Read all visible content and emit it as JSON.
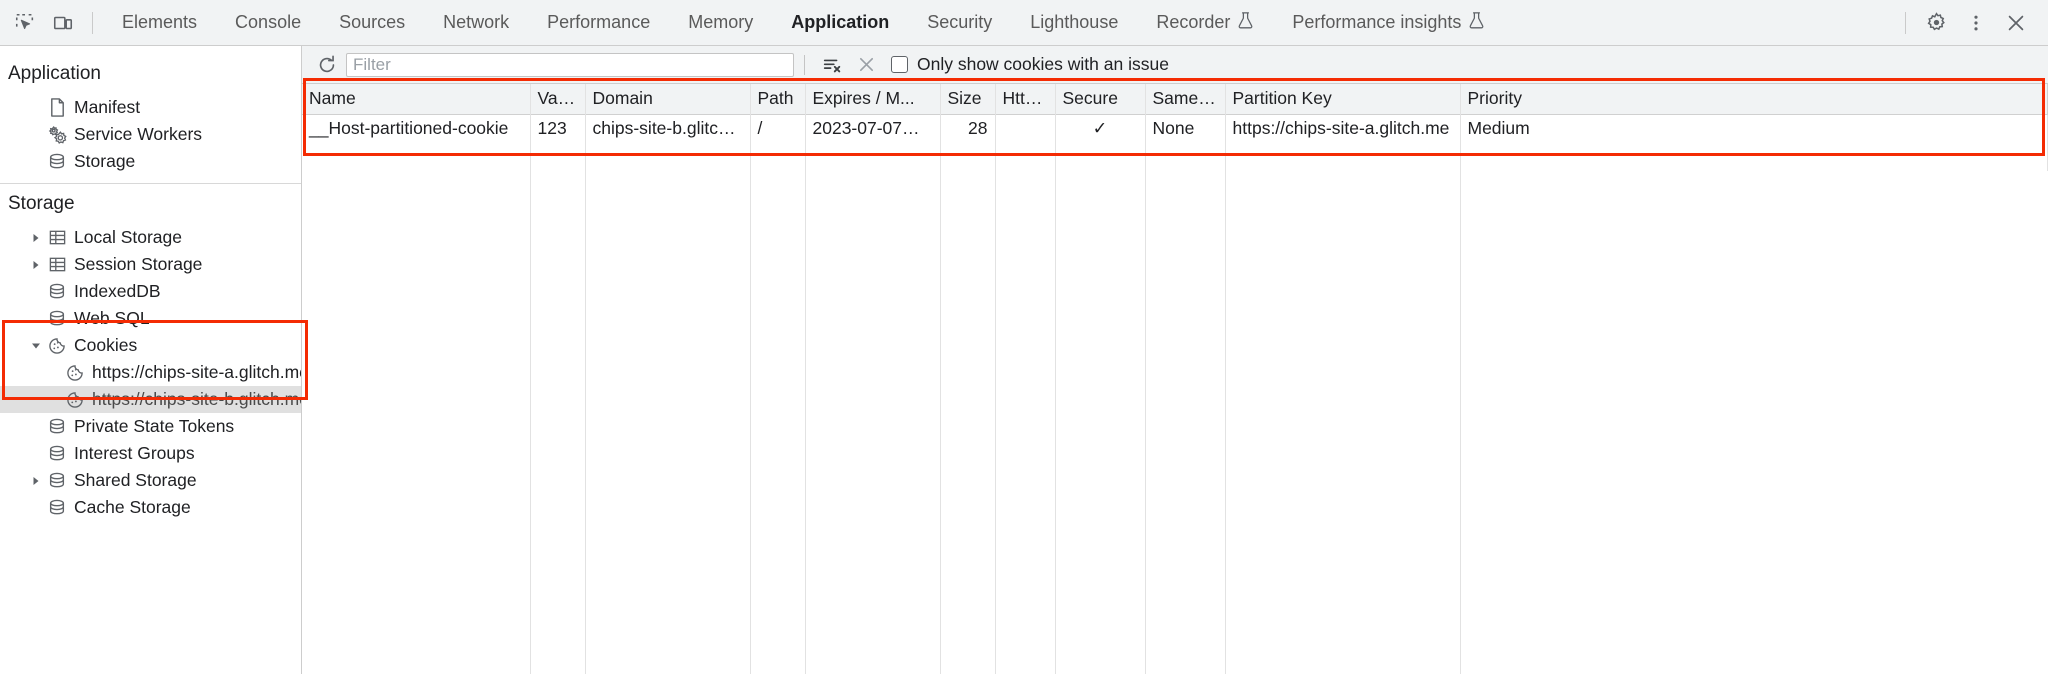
{
  "toolbar": {
    "inspect_icon": "inspect-element-icon",
    "device_icon": "device-toolbar-icon",
    "tabs": [
      {
        "label": "Elements",
        "active": false,
        "experimental": false
      },
      {
        "label": "Console",
        "active": false,
        "experimental": false
      },
      {
        "label": "Sources",
        "active": false,
        "experimental": false
      },
      {
        "label": "Network",
        "active": false,
        "experimental": false
      },
      {
        "label": "Performance",
        "active": false,
        "experimental": false
      },
      {
        "label": "Memory",
        "active": false,
        "experimental": false
      },
      {
        "label": "Application",
        "active": true,
        "experimental": false
      },
      {
        "label": "Security",
        "active": false,
        "experimental": false
      },
      {
        "label": "Lighthouse",
        "active": false,
        "experimental": false
      },
      {
        "label": "Recorder",
        "active": false,
        "experimental": true
      },
      {
        "label": "Performance insights",
        "active": false,
        "experimental": true
      }
    ],
    "settings_icon": "gear-icon",
    "more_icon": "kebab-menu-icon",
    "close_icon": "close-icon"
  },
  "sidebar": {
    "sections": [
      {
        "title": "Application",
        "items": [
          {
            "label": "Manifest",
            "icon": "document-icon",
            "expandable": false,
            "expanded": false,
            "selected": false,
            "indent": 1
          },
          {
            "label": "Service Workers",
            "icon": "gears-icon",
            "expandable": false,
            "expanded": false,
            "selected": false,
            "indent": 1
          },
          {
            "label": "Storage",
            "icon": "database-icon",
            "expandable": false,
            "expanded": false,
            "selected": false,
            "indent": 1
          }
        ]
      },
      {
        "title": "Storage",
        "items": [
          {
            "label": "Local Storage",
            "icon": "table-icon",
            "expandable": true,
            "expanded": false,
            "selected": false,
            "indent": 1
          },
          {
            "label": "Session Storage",
            "icon": "table-icon",
            "expandable": true,
            "expanded": false,
            "selected": false,
            "indent": 1
          },
          {
            "label": "IndexedDB",
            "icon": "database-icon",
            "expandable": false,
            "expanded": false,
            "selected": false,
            "indent": 1
          },
          {
            "label": "Web SQL",
            "icon": "database-icon",
            "expandable": false,
            "expanded": false,
            "selected": false,
            "indent": 1
          },
          {
            "label": "Cookies",
            "icon": "cookie-icon",
            "expandable": true,
            "expanded": true,
            "selected": false,
            "indent": 1
          },
          {
            "label": "https://chips-site-a.glitch.me",
            "icon": "cookie-icon",
            "expandable": false,
            "expanded": false,
            "selected": false,
            "indent": 2
          },
          {
            "label": "https://chips-site-b.glitch.me",
            "icon": "cookie-icon",
            "expandable": false,
            "expanded": false,
            "selected": true,
            "indent": 2
          },
          {
            "label": "Private State Tokens",
            "icon": "database-icon",
            "expandable": false,
            "expanded": false,
            "selected": false,
            "indent": 1
          },
          {
            "label": "Interest Groups",
            "icon": "database-icon",
            "expandable": false,
            "expanded": false,
            "selected": false,
            "indent": 1
          },
          {
            "label": "Shared Storage",
            "icon": "database-icon",
            "expandable": true,
            "expanded": false,
            "selected": false,
            "indent": 1
          },
          {
            "label": "Cache Storage",
            "icon": "database-icon",
            "expandable": false,
            "expanded": false,
            "selected": false,
            "indent": 1
          }
        ]
      }
    ]
  },
  "filterbar": {
    "refresh_icon": "refresh-icon",
    "filter_placeholder": "Filter",
    "filter_value": "",
    "clear_filtered_icon": "clear-filtered-cookies-icon",
    "clear_icon": "clear-all-icon",
    "issue_checkbox_label": "Only show cookies with an issue",
    "issue_checkbox_checked": false
  },
  "cookie_table": {
    "columns": [
      {
        "key": "name",
        "label": "Name"
      },
      {
        "key": "value",
        "label": "Value"
      },
      {
        "key": "domain",
        "label": "Domain"
      },
      {
        "key": "path",
        "label": "Path"
      },
      {
        "key": "expires",
        "label": "Expires / M..."
      },
      {
        "key": "size",
        "label": "Size"
      },
      {
        "key": "httponly",
        "label": "HttpOnly"
      },
      {
        "key": "secure",
        "label": "Secure"
      },
      {
        "key": "samesite",
        "label": "SameSite"
      },
      {
        "key": "partitionkey",
        "label": "Partition Key"
      },
      {
        "key": "priority",
        "label": "Priority"
      }
    ],
    "rows": [
      {
        "name": "__Host-partitioned-cookie",
        "value": "123",
        "domain": "chips-site-b.glitch.me",
        "path": "/",
        "expires": "2023-07-07…",
        "size": "28",
        "httponly": "",
        "secure": "✓",
        "samesite": "None",
        "partitionkey": "https://chips-site-a.glitch.me",
        "priority": "Medium"
      }
    ]
  },
  "annotations": {
    "color": "#f42b03",
    "boxes": [
      {
        "name": "cookies-tree-highlight"
      },
      {
        "name": "cookie-table-highlight"
      }
    ]
  }
}
